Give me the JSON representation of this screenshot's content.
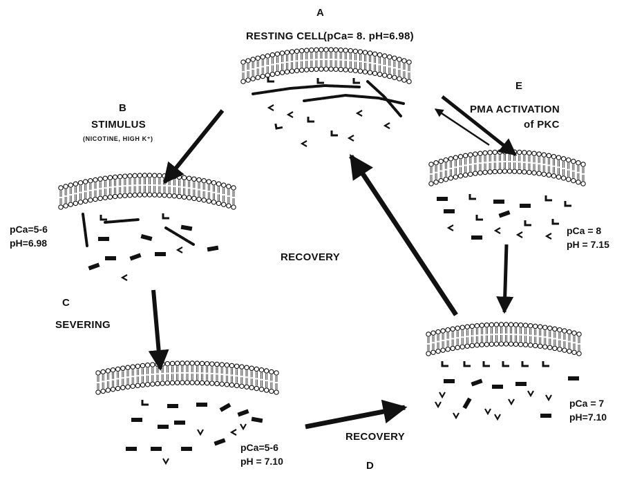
{
  "panels": {
    "A": {
      "letter": "A",
      "title": "RESTING CELL",
      "condition": "(pCa= 8. pH=6.98)"
    },
    "B": {
      "letter": "B",
      "title": "STIMULUS",
      "subtitle": "(NICOTINE, HIGH K⁺)",
      "pCa": "pCa=5-6",
      "pH": "pH=6.98"
    },
    "C": {
      "letter": "C",
      "title": "SEVERING",
      "pCa": "pCa=5-6",
      "pH": "pH = 7.10"
    },
    "D": {
      "letter": "D",
      "title": "RECOVERY",
      "pCa": "pCa = 7",
      "pH": "pH=7.10"
    },
    "E": {
      "letter": "E",
      "title": "PMA ACTIVATION",
      "subtitle": "of PKC",
      "pCa": "pCa = 8",
      "pH": "pH = 7.15"
    }
  },
  "arrows": {
    "recovery_label": "RECOVERY"
  },
  "colors": {
    "ink": "#111111",
    "membrane_fill": "#ffffff"
  }
}
